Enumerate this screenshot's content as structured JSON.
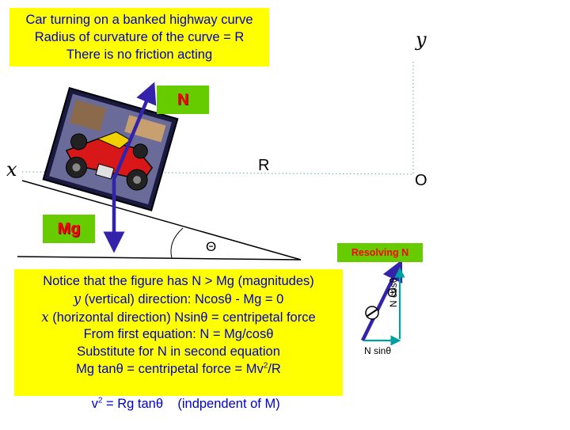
{
  "top_box": {
    "lines": [
      "Car turning on a banked highway curve",
      "Radius of curvature of the curve = R",
      "There is no friction acting"
    ]
  },
  "labels": {
    "N": "N",
    "Mg": "Mg",
    "R": "R",
    "O": "O",
    "x_axis": "x",
    "y_axis": "y",
    "theta": "Θ",
    "theta_small": "Θ",
    "resolving": "Resolving N",
    "n_cos": "N cosθ",
    "n_sin": "N sinθ"
  },
  "notes": {
    "line1": "Notice that the figure has N > Mg (magnitudes)",
    "line2_sym": "y",
    "line2_text": " (vertical) direction: Ncosθ - Mg = 0",
    "line3_sym": "x",
    "line3_text": " (horizontal direction) Nsinθ = centripetal force",
    "line4": "From first equation: N = Mg/cosθ",
    "line5": "Substitute for N in second equation",
    "line6_a": "Mg tanθ = centripetal force = Mv",
    "line6_sup": "2",
    "line6_b": "/R",
    "line7_a": "v",
    "line7_sup": "2",
    "line7_b": " = Rg tanθ    (indpendent of M)"
  },
  "colors": {
    "box_yellow": "#ffff00",
    "text_blue": "#0000cc",
    "tag_green": "#66cc00",
    "tag_red": "#ff0000",
    "arrow_purple": "#3322aa",
    "component_teal": "#00a0a0"
  }
}
